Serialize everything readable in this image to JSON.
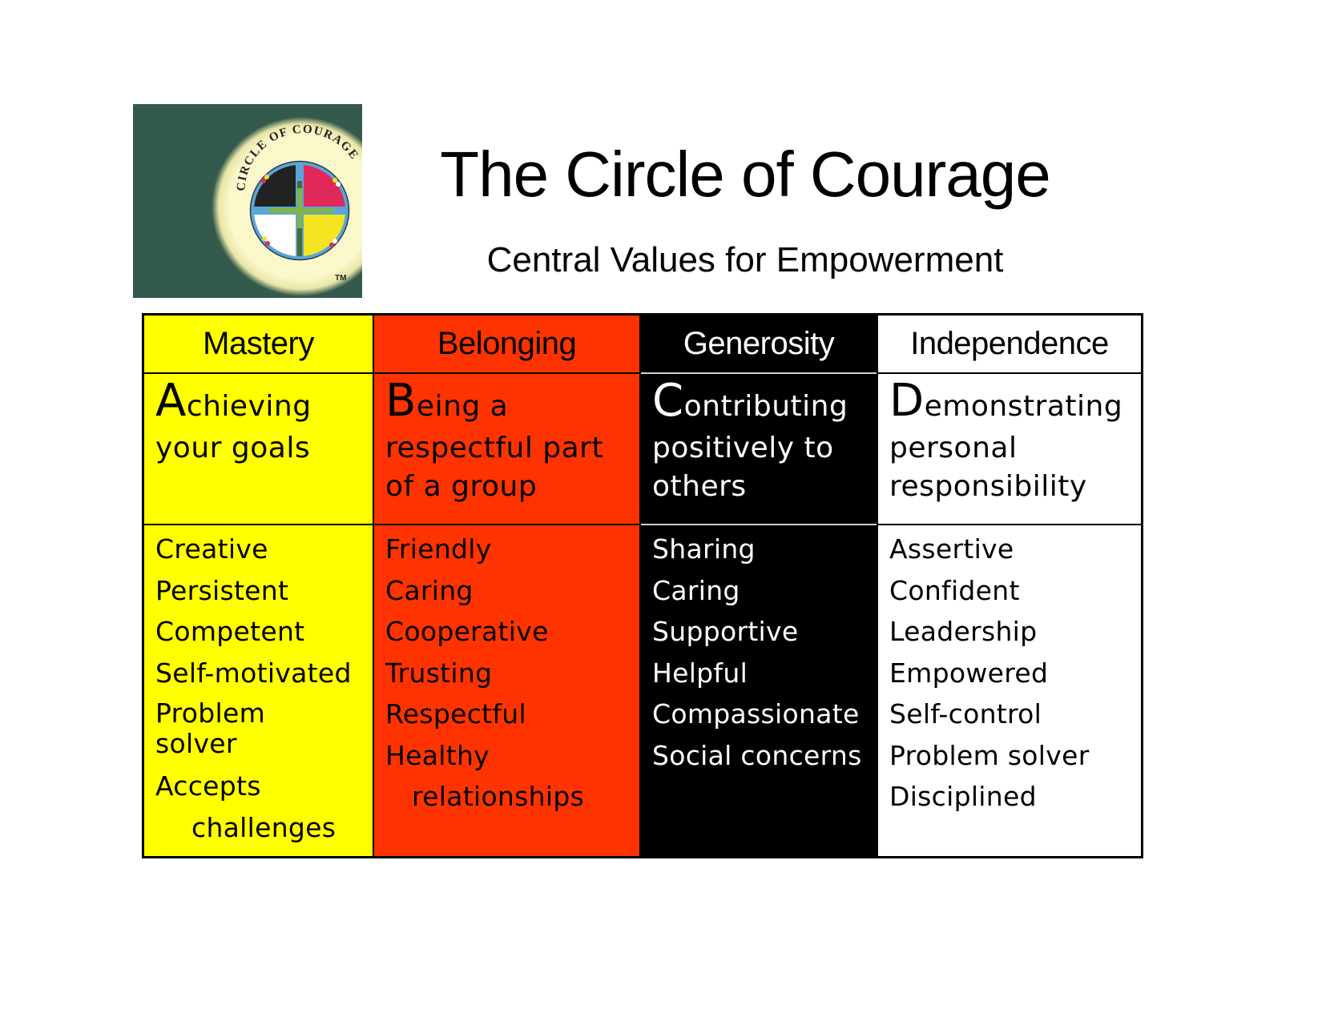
{
  "header": {
    "title": "The Circle of Courage",
    "subtitle": "Central Values for Empowerment"
  },
  "logo": {
    "ring_text": "CIRCLE OF COURAGE",
    "trademark": "TM",
    "colors": {
      "background": "#335a4c",
      "ring": "#fbf8cc",
      "black": "#222222",
      "red": "#e0285a",
      "white": "#ffffff",
      "yellow": "#f4e321",
      "cross": "#7fb542",
      "rim": "#5aa6d8"
    }
  },
  "table": {
    "columns": [
      {
        "header": "Mastery",
        "color": "#ffff00",
        "initial": "A",
        "def_rest_first": "chieving",
        "def_lines": [
          "your goals"
        ],
        "traits": [
          "Creative",
          "Persistent",
          "Competent",
          "Self-motivated",
          "Problem solver",
          "Accepts challenges"
        ]
      },
      {
        "header": "Belonging",
        "color": "#ff3300",
        "initial": "B",
        "def_rest_first": "eing a",
        "def_lines": [
          "respectful part",
          "of a group"
        ],
        "traits": [
          "Friendly",
          "Caring",
          "Cooperative",
          "Trusting",
          "Respectful",
          "Healthy relationships"
        ]
      },
      {
        "header": "Generosity",
        "color": "#000000",
        "initial": "C",
        "def_rest_first": "ontributing",
        "def_lines": [
          "positively to",
          "others"
        ],
        "traits": [
          "Sharing",
          "Caring",
          "Supportive",
          "Helpful",
          "Compassionate",
          "Social concerns"
        ]
      },
      {
        "header": "Independence",
        "color": "#ffffff",
        "initial": "D",
        "def_rest_first": "emonstrating",
        "def_lines": [
          "personal",
          "responsibility"
        ],
        "traits": [
          "Assertive",
          "Confident",
          "Leadership",
          "Empowered",
          "Self-control",
          "Problem solver",
          "Disciplined"
        ]
      }
    ],
    "wrapped": {
      "mastery_problem_1": "Problem",
      "mastery_problem_2": "solver",
      "mastery_accepts_1": "Accepts",
      "mastery_accepts_2": "challenges",
      "belonging_healthy_1": "Healthy",
      "belonging_healthy_2": "relationships"
    }
  }
}
